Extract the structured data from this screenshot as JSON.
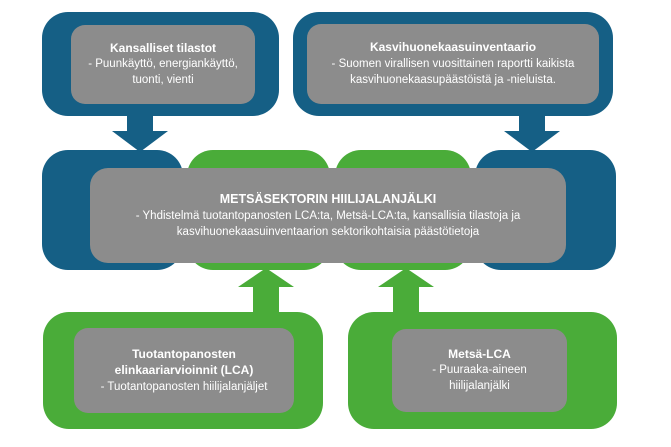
{
  "colors": {
    "background": "#FFFFFF",
    "blue": "#155F85",
    "green": "#4AAC39",
    "gray": "#8C8C8C",
    "text": "#FFFFFF"
  },
  "nodes": {
    "top_left": {
      "title_lines": [
        "Kansalliset tilastot"
      ],
      "body_lines": [
        "- Puunkäyttö, energiankäyttö,",
        "tuonti, vienti"
      ]
    },
    "top_right": {
      "title_lines": [
        "Kasvihuonekaasuinventaario"
      ],
      "body_lines": [
        "- Suomen virallisen vuosittainen raportti kaikista",
        "kasvihuonekaasupäästöistä ja -nieluista."
      ]
    },
    "center": {
      "title_lines": [
        "METSÄSEKTORIN HIILIJALANJÄLKI"
      ],
      "body_lines": [
        "- Yhdistelmä tuotantopanosten LCA:ta, Metsä-LCA:ta, kansallisia tilastoja ja",
        "kasvihuonekaasuinventaarion sektorikohtaisia päästötietoja"
      ]
    },
    "bottom_left": {
      "title_lines": [
        "Tuotantopanosten",
        "elinkaariarvioinnit (LCA)"
      ],
      "body_lines": [
        "- Tuotantopanosten hiilijalanjäljet"
      ]
    },
    "bottom_right": {
      "title_lines": [
        "Metsä-LCA"
      ],
      "body_lines": [
        "- Puuraaka-aineen",
        "hiilijalanjälki"
      ]
    }
  }
}
